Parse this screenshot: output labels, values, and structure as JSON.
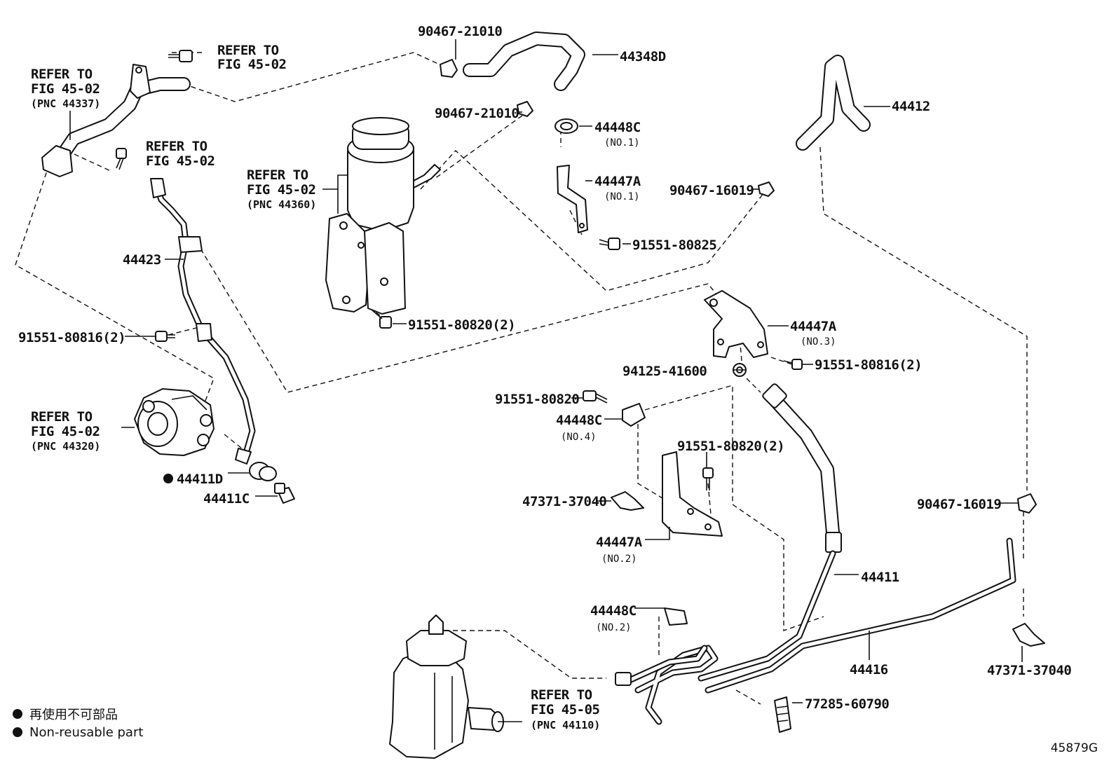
{
  "labels": {
    "p90467_21010_a": "90467-21010",
    "p44348D": "44348D",
    "p90467_21010_b": "90467-21010",
    "p44448C_no1": "44448C",
    "p44448C_no1_sub": "(NO.1)",
    "p44412": "44412",
    "p44447A_no1": "44447A",
    "p44447A_no1_sub": "(NO.1)",
    "p90467_16019_a": "90467-16019",
    "p91551_80825": "91551-80825",
    "p44423": "44423",
    "p91551_80820_2a": "91551-80820(2)",
    "p91551_80816_2a": "91551-80816(2)",
    "p44447A_no3": "44447A",
    "p44447A_no3_sub": "(NO.3)",
    "p91551_80816_2b": "91551-80816(2)",
    "p94125_41600": "94125-41600",
    "p91551_80820": "91551-80820",
    "p44448C_no4": "44448C",
    "p44448C_no4_sub": "(NO.4)",
    "p91551_80820_2b": "91551-80820(2)",
    "p44411D": "44411D",
    "p44411C": "44411C",
    "p47371_37040_a": "47371-37040",
    "p90467_16019_b": "90467-16019",
    "p44447A_no2": "44447A",
    "p44447A_no2_sub": "(NO.2)",
    "p44411": "44411",
    "p44448C_no2": "44448C",
    "p44448C_no2_sub": "(NO.2)",
    "p44416": "44416",
    "p47371_37040_b": "47371-37040",
    "p77285_60790": "77285-60790"
  },
  "refs": {
    "r1_l1": "REFER TO",
    "r1_l2": "FIG 45-02",
    "r2_l1": "REFER TO",
    "r2_l2": "FIG 45-02",
    "r2_l3": "(PNC 44337)",
    "r3_l1": "REFER TO",
    "r3_l2": "FIG 45-02",
    "r4_l1": "REFER TO",
    "r4_l2": "FIG 45-02",
    "r4_l3": "(PNC 44360)",
    "r5_l1": "REFER TO",
    "r5_l2": "FIG 45-02",
    "r5_l3": "(PNC 44320)",
    "r6_l1": "REFER TO",
    "r6_l2": "FIG 45-05",
    "r6_l3": "(PNC 44110)"
  },
  "legend": {
    "reuse_jp": "再使用不可部品",
    "reuse_en": "Non-reusable part"
  },
  "figure_code": "45879G"
}
